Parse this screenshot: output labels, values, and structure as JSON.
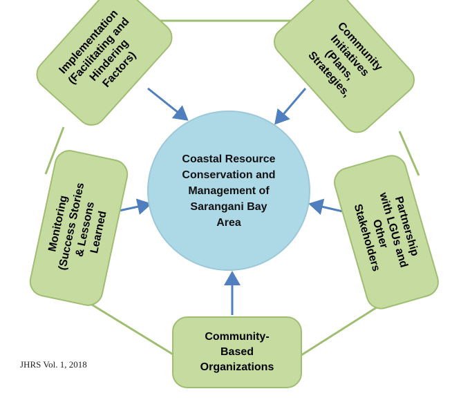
{
  "center": {
    "label": "Coastal Resource\nConservation and\nManagement of\nSarangani Bay\nArea"
  },
  "nodes": {
    "implementation": {
      "label": "Implementation\n(Facilitating and\nHindering\nFactors)"
    },
    "community_initiatives": {
      "label": "Community\nInitiatives\n(Plans,\nStrategies,"
    },
    "partnership": {
      "label": "Partnership\nwith LGUs and\nOther\nStakeholders"
    },
    "cbo": {
      "label": "Community-\nBased\nOrganizations"
    },
    "monitoring": {
      "label": "Monitoring\n(Success Stories\n& Lessons\nLearned"
    }
  },
  "source_note": "JHRS Vol. 1, 2018",
  "colors": {
    "node_fill": "#c5dba0",
    "node_border": "#9fbe72",
    "center_fill": "#add8e6",
    "arrow": "#4f7fbf",
    "connector": "#9fbe72"
  }
}
